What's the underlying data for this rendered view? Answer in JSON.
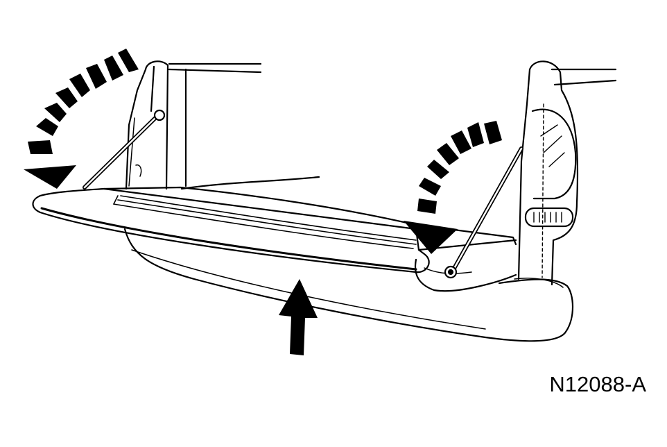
{
  "figure": {
    "reference_code": "N12088-A",
    "colors": {
      "ink": "#000000",
      "paper": "#ffffff"
    },
    "parts": [
      "tailgate",
      "left-support-strut",
      "right-support-strut",
      "left-bed-post",
      "right-bed-post",
      "right-tail-lamp",
      "rear-bumper",
      "tailgate-hinge-bracket"
    ],
    "motion_arrows": [
      {
        "name": "left-curved-arrow",
        "direction": "down-left"
      },
      {
        "name": "right-curved-arrow",
        "direction": "down"
      },
      {
        "name": "center-up-arrow",
        "direction": "up"
      }
    ]
  }
}
